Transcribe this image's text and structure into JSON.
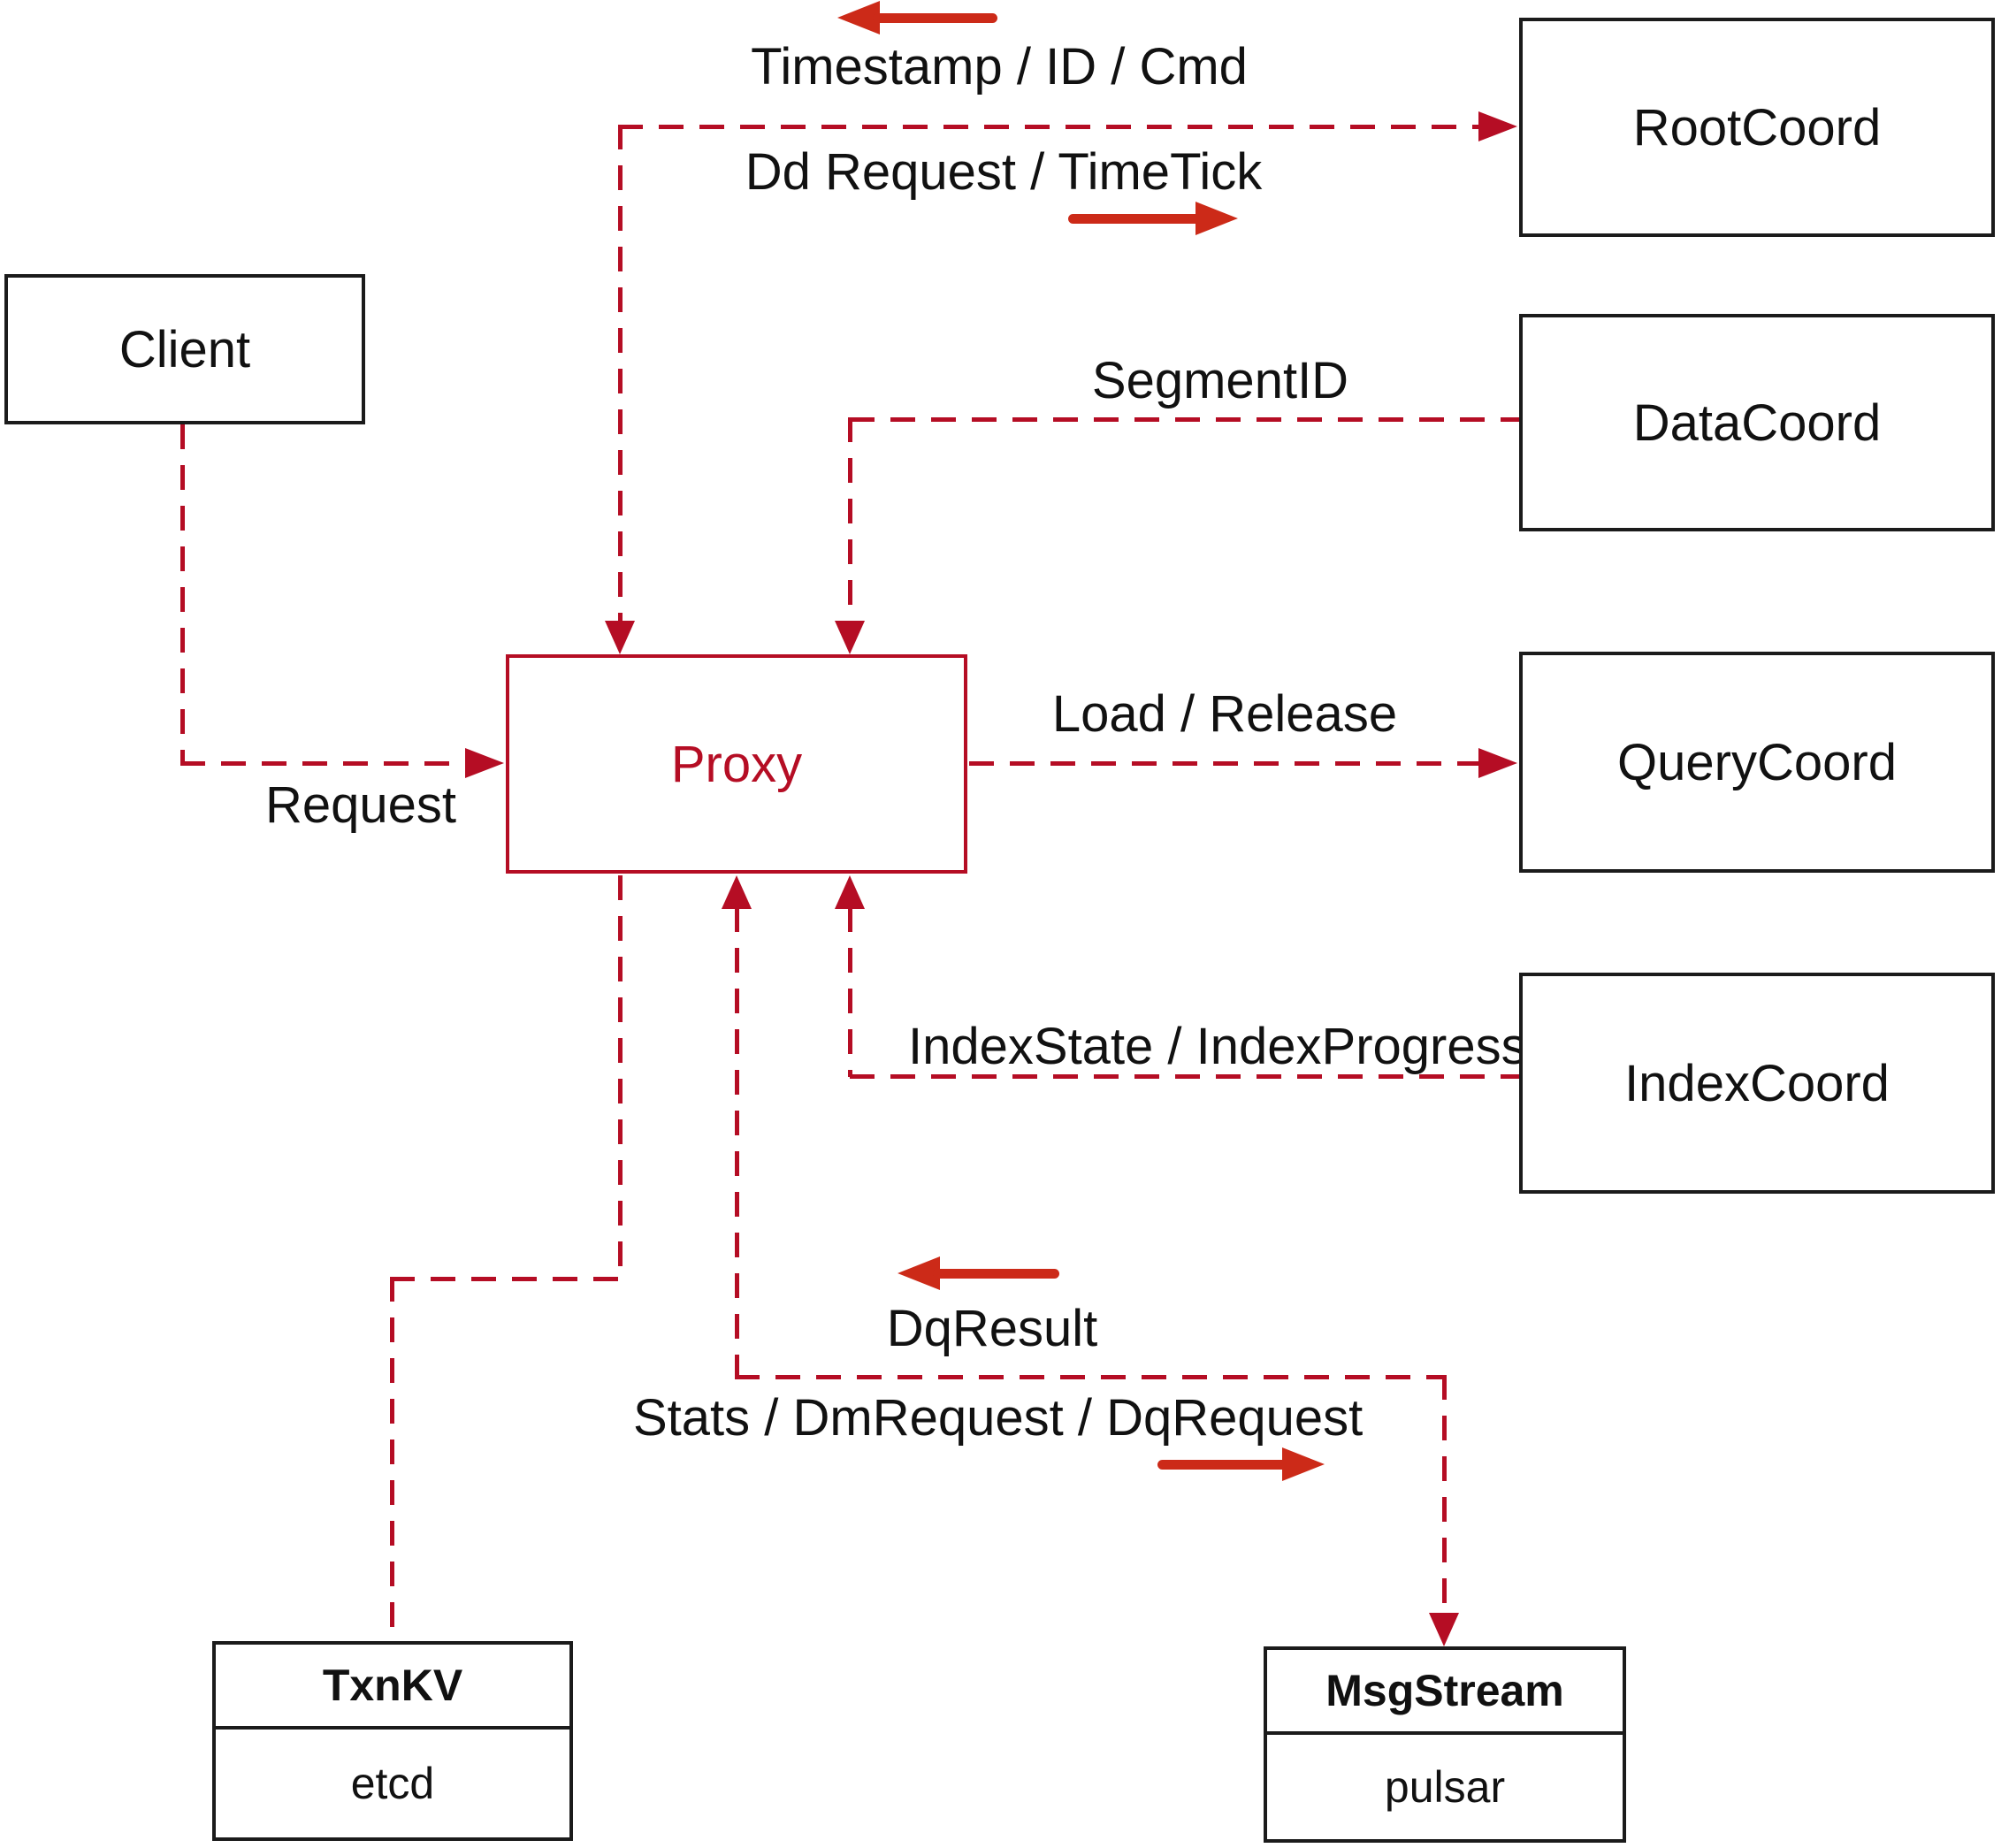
{
  "diagram": {
    "nodes": {
      "client": "Client",
      "proxy": "Proxy",
      "root_coord": "RootCoord",
      "data_coord": "DataCoord",
      "query_coord": "QueryCoord",
      "index_coord": "IndexCoord",
      "txn_kv": {
        "title": "TxnKV",
        "impl": "etcd"
      },
      "msg_stream": {
        "title": "MsgStream",
        "impl": "pulsar"
      }
    },
    "edge_labels": {
      "timestamp": "Timestamp / ID / Cmd",
      "dd_request": "Dd Request / TimeTick",
      "segment_id": "SegmentID",
      "load_release": "Load / Release",
      "index_state": "IndexState / IndexProgress",
      "request": "Request",
      "dq_result": "DqResult",
      "stats": "Stats / DmRequest / DqRequest"
    },
    "colors": {
      "dashed_line": "#b50d24",
      "solid_arrow": "#cc2a18",
      "box_border": "#1b1b1b",
      "text": "#111111"
    }
  }
}
